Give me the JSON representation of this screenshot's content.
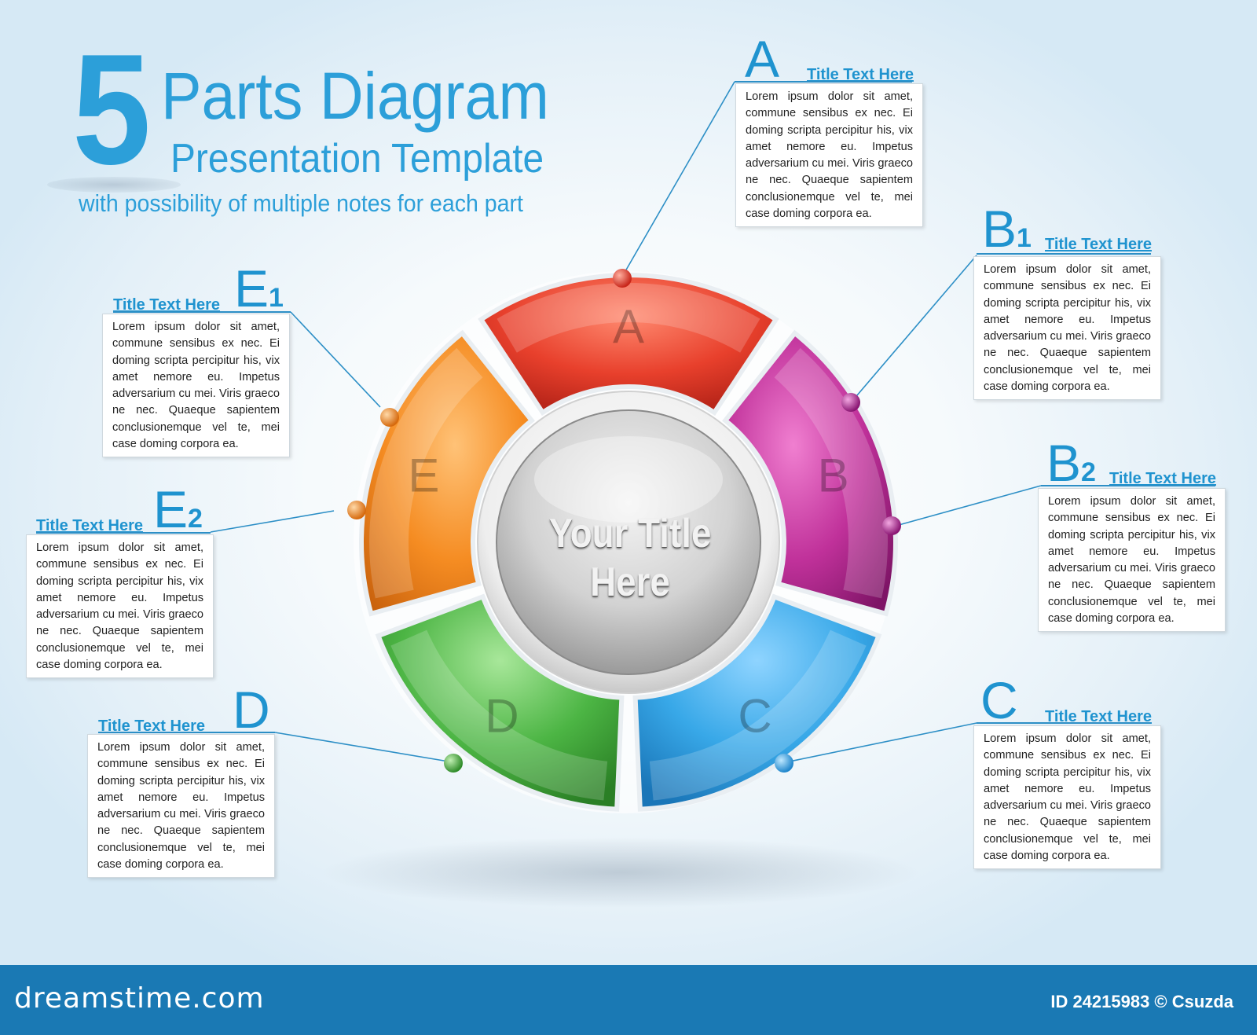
{
  "header": {
    "number": "5",
    "title": "Parts Diagram",
    "subtitle": "Presentation Template",
    "tagline": "with possibility of multiple notes for each part"
  },
  "center": {
    "title_line1": "Your Title",
    "title_line2": "Here"
  },
  "segments": [
    {
      "label": "A",
      "color": "#e03a2a"
    },
    {
      "label": "B",
      "color": "#b5238f"
    },
    {
      "label": "C",
      "color": "#2d9fe0"
    },
    {
      "label": "D",
      "color": "#3fa23a"
    },
    {
      "label": "E",
      "color": "#f2861c"
    }
  ],
  "notes": {
    "a": {
      "letter": "A",
      "sub": "",
      "title": "Title Text Here",
      "body": "Lorem ipsum dolor sit amet, commune sensibus ex nec. Ei doming scripta percipitur his, vix amet nemore eu. Impetus adversarium cu mei. Viris graeco ne nec. Quaeque sapientem conclusionemque vel te, mei case doming corpora ea."
    },
    "b1": {
      "letter": "B",
      "sub": "1",
      "title": "Title Text Here",
      "body": "Lorem ipsum dolor sit amet, commune sensibus ex nec. Ei doming scripta percipitur his, vix amet nemore eu. Impetus adversarium cu mei. Viris graeco ne nec. Quaeque sapientem conclusionemque vel te, mei case doming corpora ea."
    },
    "b2": {
      "letter": "B",
      "sub": "2",
      "title": "Title Text Here",
      "body": "Lorem ipsum dolor sit amet, commune sensibus ex nec. Ei doming scripta percipitur his, vix amet nemore eu. Impetus adversarium cu mei. Viris graeco ne nec. Quaeque sapientem conclusionemque vel te, mei case doming corpora ea."
    },
    "c": {
      "letter": "C",
      "sub": "",
      "title": "Title Text Here",
      "body": "Lorem ipsum dolor sit amet, commune sensibus ex nec. Ei doming scripta percipitur his, vix amet nemore eu. Impetus adversarium cu mei. Viris graeco ne nec. Quaeque sapientem conclusionemque vel te, mei case doming corpora ea."
    },
    "d": {
      "letter": "D",
      "sub": "",
      "title": "Title Text Here",
      "body": "Lorem ipsum dolor sit amet, commune sensibus ex nec. Ei doming scripta percipitur his, vix amet nemore eu. Impetus adversarium cu mei. Viris graeco ne nec. Quaeque sapientem conclusionemque vel te, mei case doming corpora ea."
    },
    "e1": {
      "letter": "E",
      "sub": "1",
      "title": "Title Text Here",
      "body": "Lorem ipsum dolor sit amet, commune sensibus ex nec. Ei doming scripta percipitur his, vix amet nemore eu. Impetus adversarium cu mei. Viris graeco ne nec. Quaeque sapientem conclusionemque vel te, mei case doming corpora ea."
    },
    "e2": {
      "letter": "E",
      "sub": "2",
      "title": "Title Text Here",
      "body": "Lorem ipsum dolor sit amet, commune sensibus ex nec. Ei doming scripta percipitur his, vix amet nemore eu. Impetus adversarium cu mei. Viris graeco ne nec. Quaeque sapientem conclusionemque vel te, mei case doming corpora ea."
    }
  },
  "footer": {
    "logo": "dreamstime.com",
    "id_text": "ID 24215983 © Csuzda",
    "background": "#1a79b4"
  },
  "accent_color": "#2c9fd9"
}
